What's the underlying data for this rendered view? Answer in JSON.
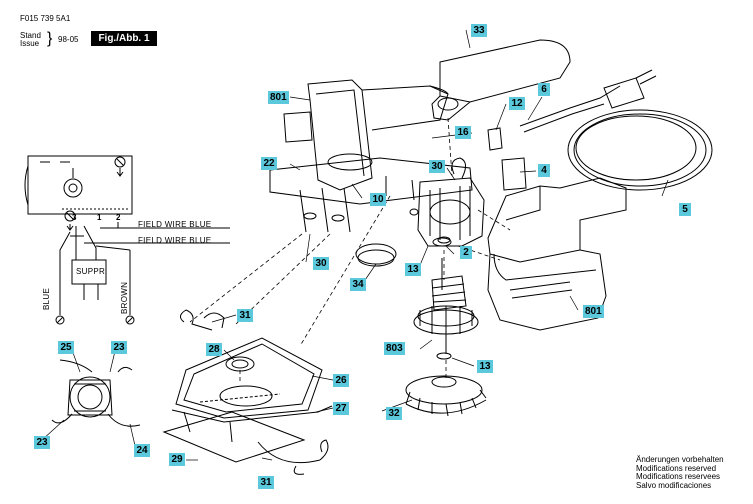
{
  "header": {
    "doc_number": "F015 739 5A1",
    "stand": "Stand",
    "issue": "Issue",
    "date": "98-05",
    "figure": "Fig./Abb. 1"
  },
  "wiring": {
    "field_wire_1": "FIELD WIRE BLUE",
    "field_wire_2": "FIELD WIRE BLUE",
    "suppr": "SUPPR",
    "blue": "BLUE",
    "brown": "BROWN",
    "term_3": "3",
    "term_1": "1",
    "term_2": "2"
  },
  "parts": {
    "p2": "2",
    "p4": "4",
    "p5": "5",
    "p6": "6",
    "p10": "10",
    "p12": "12",
    "p13a": "13",
    "p13b": "13",
    "p16": "16",
    "p22": "22",
    "p23a": "23",
    "p23b": "23",
    "p24": "24",
    "p25": "25",
    "p26": "26",
    "p27": "27",
    "p28": "28",
    "p29": "29",
    "p30a": "30",
    "p30b": "30",
    "p31a": "31",
    "p31b": "31",
    "p32": "32",
    "p33": "33",
    "p34": "34",
    "p801a": "801",
    "p801b": "801",
    "p803": "803"
  },
  "notes": [
    "Änderungen vorbehalten",
    "Modifications reserved",
    "Modifications reservees",
    "Salvo modificaciones"
  ]
}
